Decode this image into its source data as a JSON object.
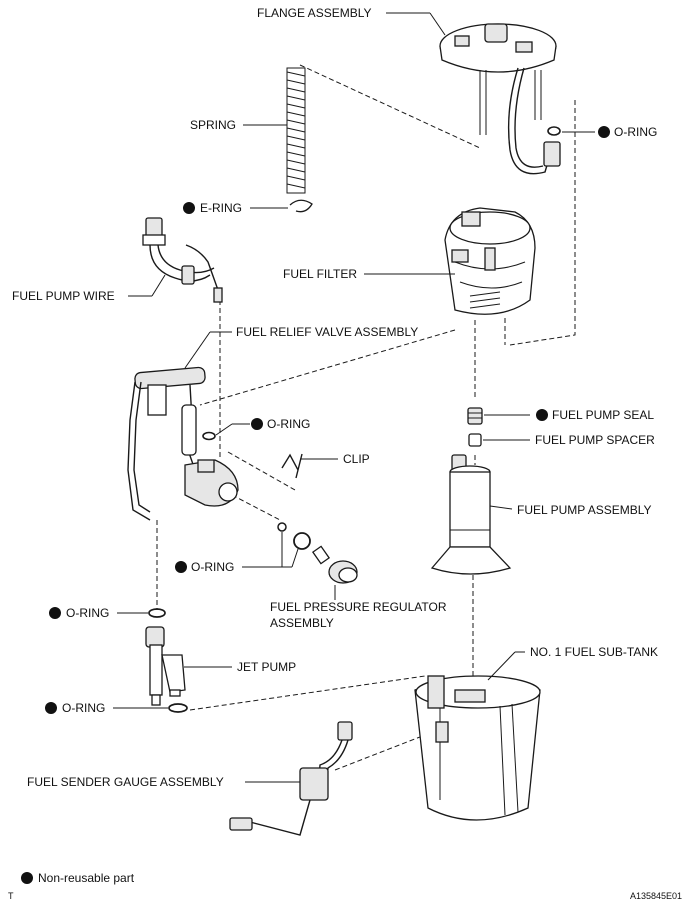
{
  "labels": {
    "flange_assembly": "FLANGE ASSEMBLY",
    "spring": "SPRING",
    "o_ring_top": "O-RING",
    "e_ring": "E-RING",
    "fuel_filter": "FUEL FILTER",
    "fuel_pump_wire": "FUEL PUMP WIRE",
    "fuel_relief_valve_assembly": "FUEL RELIEF VALVE ASSEMBLY",
    "fuel_pump_seal": "FUEL PUMP SEAL",
    "o_ring_relief": "O-RING",
    "fuel_pump_spacer": "FUEL PUMP SPACER",
    "clip": "CLIP",
    "fuel_pump_assembly": "FUEL PUMP ASSEMBLY",
    "o_ring_regulator": "O-RING",
    "fuel_pressure_regulator_line1": "FUEL PRESSURE REGULATOR",
    "fuel_pressure_regulator_line2": "ASSEMBLY",
    "o_ring_jet_upper": "O-RING",
    "no1_fuel_sub_tank": "NO. 1 FUEL SUB-TANK",
    "jet_pump": "JET PUMP",
    "o_ring_jet_lower": "O-RING",
    "fuel_sender_gauge_assembly": "FUEL SENDER GAUGE ASSEMBLY"
  },
  "legend": {
    "text": "Non-reusable part"
  },
  "footer": {
    "left_mark": "T",
    "figure_id": "A135845E01"
  }
}
